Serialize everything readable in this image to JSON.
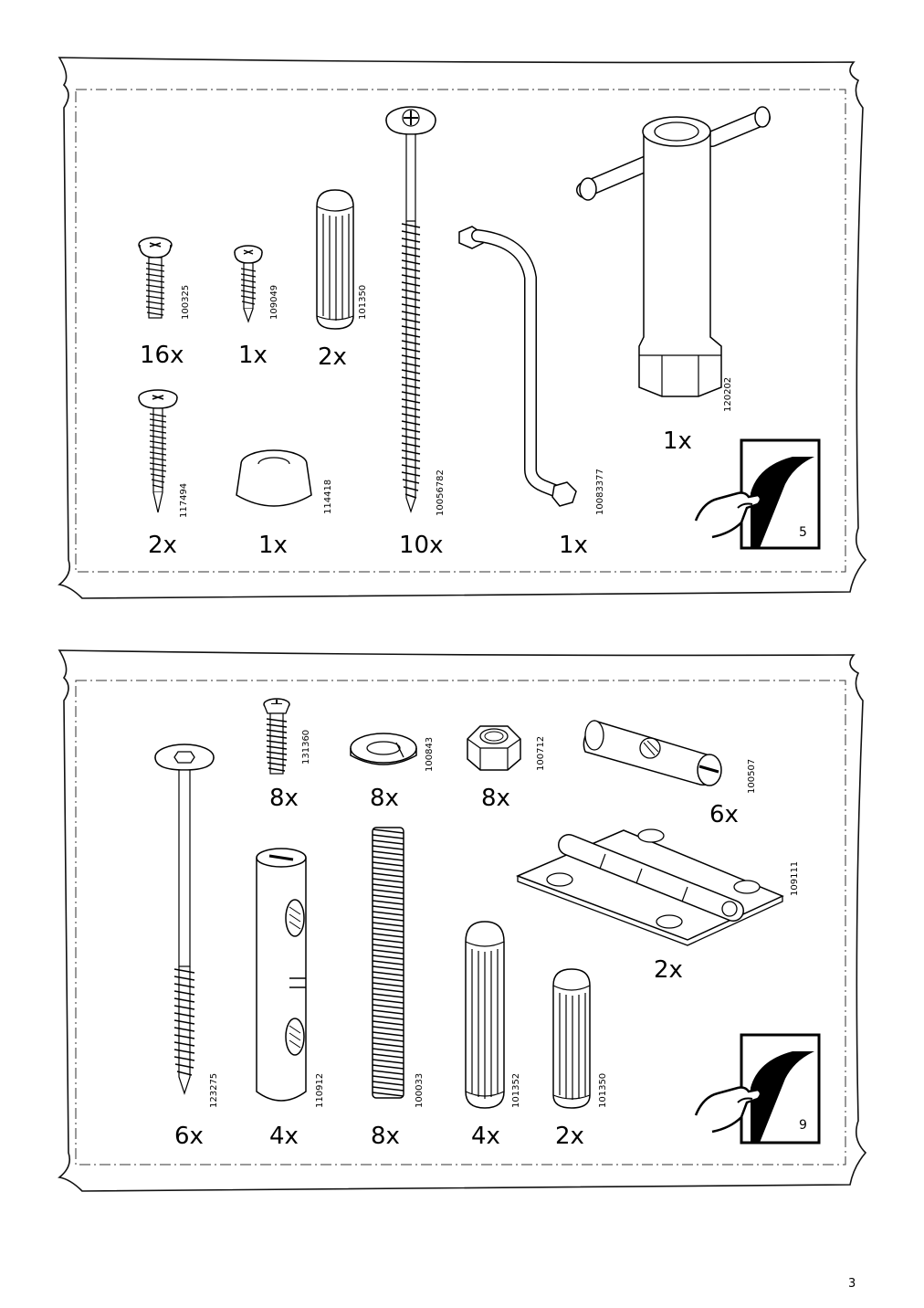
{
  "bag_top": {
    "parts": [
      {
        "qty": "16x",
        "code": "100325",
        "icon": "pan-head-screw-icon"
      },
      {
        "qty": "1x",
        "code": "109049",
        "icon": "small-pan-head-screw-icon"
      },
      {
        "qty": "2x",
        "code": "101350",
        "icon": "wooden-dowel-icon"
      },
      {
        "qty": "10x",
        "code": "10056782",
        "icon": "long-wood-screw-icon"
      },
      {
        "qty": "1x",
        "code": "10083377",
        "icon": "allen-key-icon"
      },
      {
        "qty": "1x",
        "code": "120202",
        "icon": "t-handle-box-wrench-icon"
      },
      {
        "qty": "2x",
        "code": "117494",
        "icon": "pointed-wood-screw-icon"
      },
      {
        "qty": "1x",
        "code": "114418",
        "icon": "rubber-foot-pad-icon"
      }
    ],
    "see_page": "5"
  },
  "bag_bottom": {
    "parts": [
      {
        "qty": "8x",
        "code": "131360",
        "icon": "chipboard-screw-icon"
      },
      {
        "qty": "8x",
        "code": "100843",
        "icon": "spring-washer-icon"
      },
      {
        "qty": "8x",
        "code": "100712",
        "icon": "hex-nut-icon"
      },
      {
        "qty": "6x",
        "code": "100507",
        "icon": "barrel-nut-icon"
      },
      {
        "qty": "2x",
        "code": "109111",
        "icon": "hinge-icon"
      },
      {
        "qty": "6x",
        "code": "123275",
        "icon": "long-bolt-icon"
      },
      {
        "qty": "4x",
        "code": "110912",
        "icon": "cross-dowel-icon"
      },
      {
        "qty": "8x",
        "code": "100033",
        "icon": "threaded-rod-icon"
      },
      {
        "qty": "4x",
        "code": "101352",
        "icon": "wooden-dowel-large-icon"
      },
      {
        "qty": "2x",
        "code": "101350",
        "icon": "wooden-dowel-icon"
      }
    ],
    "see_page": "9"
  },
  "page_number": "3"
}
